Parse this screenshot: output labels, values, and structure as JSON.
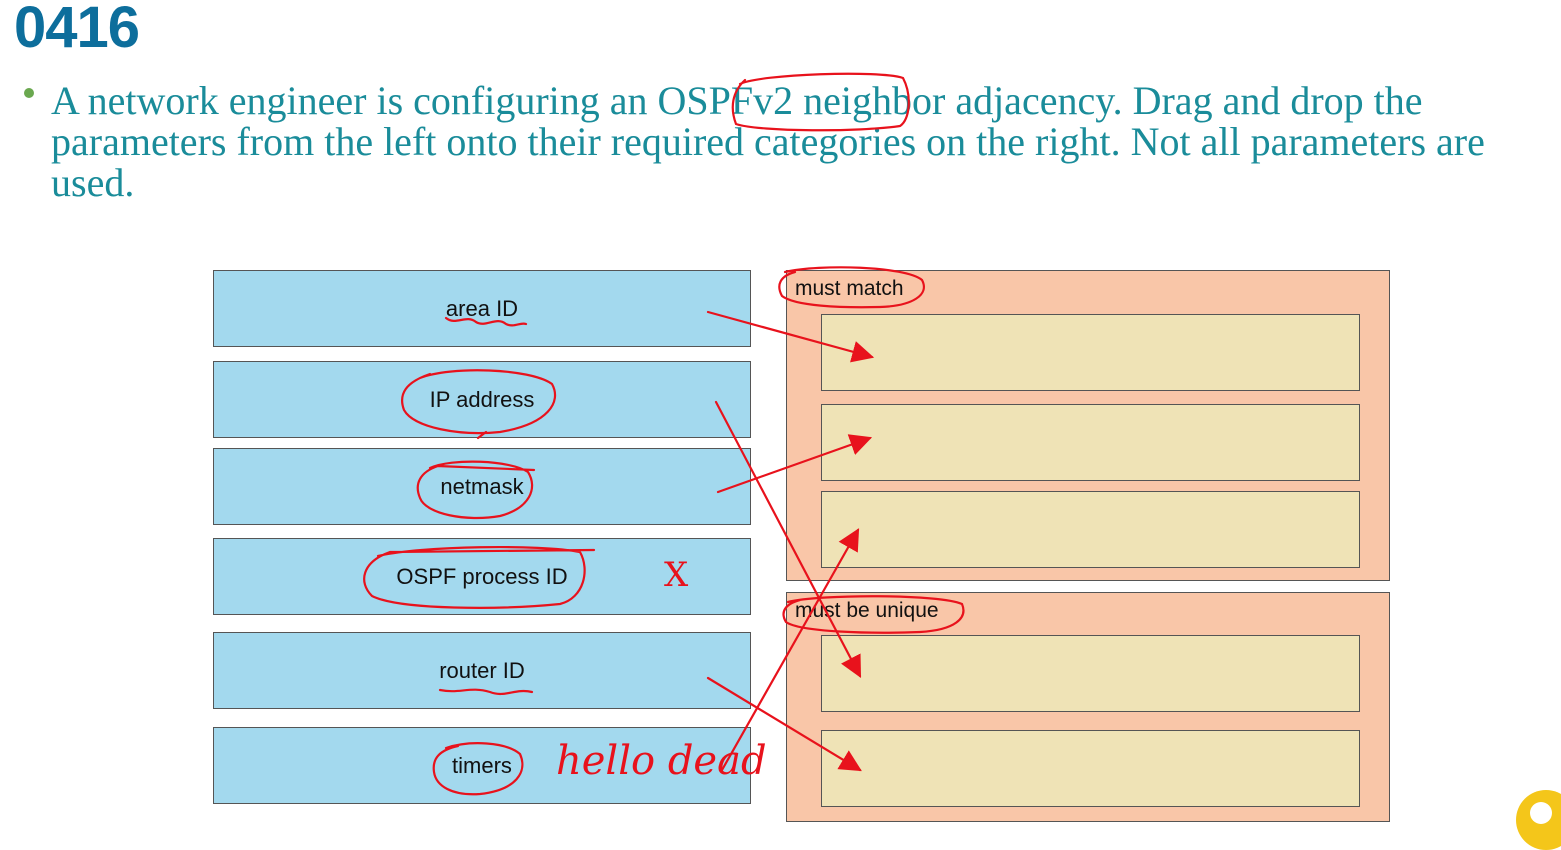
{
  "slide": {
    "title": "0416",
    "question": "A network engineer is configuring an OSPFv2 neighbor adjacency. Drag and drop the parameters from the left onto their required categories on the right. Not all parameters are used."
  },
  "parameters": [
    {
      "label": "area ID"
    },
    {
      "label": "IP address"
    },
    {
      "label": "netmask"
    },
    {
      "label": "OSPF process ID"
    },
    {
      "label": "router ID"
    },
    {
      "label": "timers"
    }
  ],
  "categories": [
    {
      "label": "must match",
      "slots": 3
    },
    {
      "label": "must be unique",
      "slots": 2
    }
  ],
  "annotations": {
    "cross_mark": "X",
    "timers_note": "hello dead"
  },
  "colors": {
    "title": "#0d6e9c",
    "question_text": "#1a8c9a",
    "parameter_box": "#a3d9ee",
    "category_box": "#f9c6a8",
    "drop_slot": "#efe3b6",
    "ink": "#e8121c"
  }
}
